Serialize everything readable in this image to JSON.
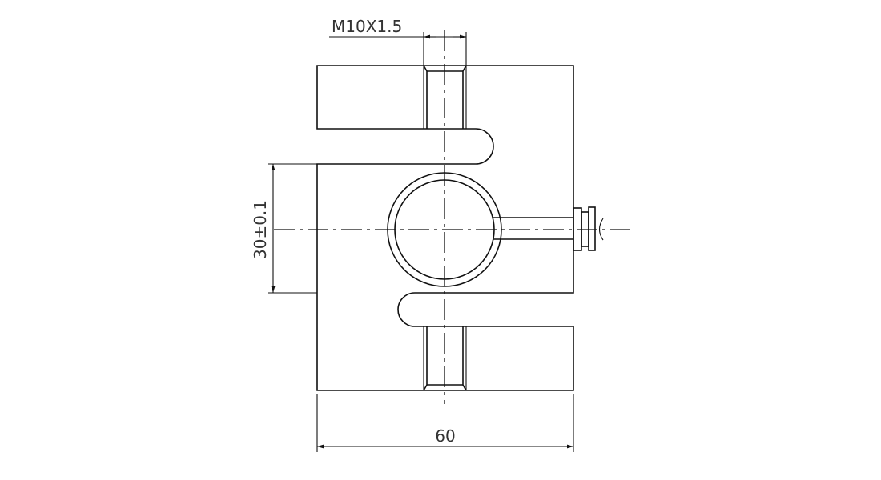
{
  "drawing": {
    "title": "S-type load cell dimension drawing",
    "thread_label": "M10X1.5",
    "height_dimension": "30±0.1",
    "width_dimension": "60"
  }
}
